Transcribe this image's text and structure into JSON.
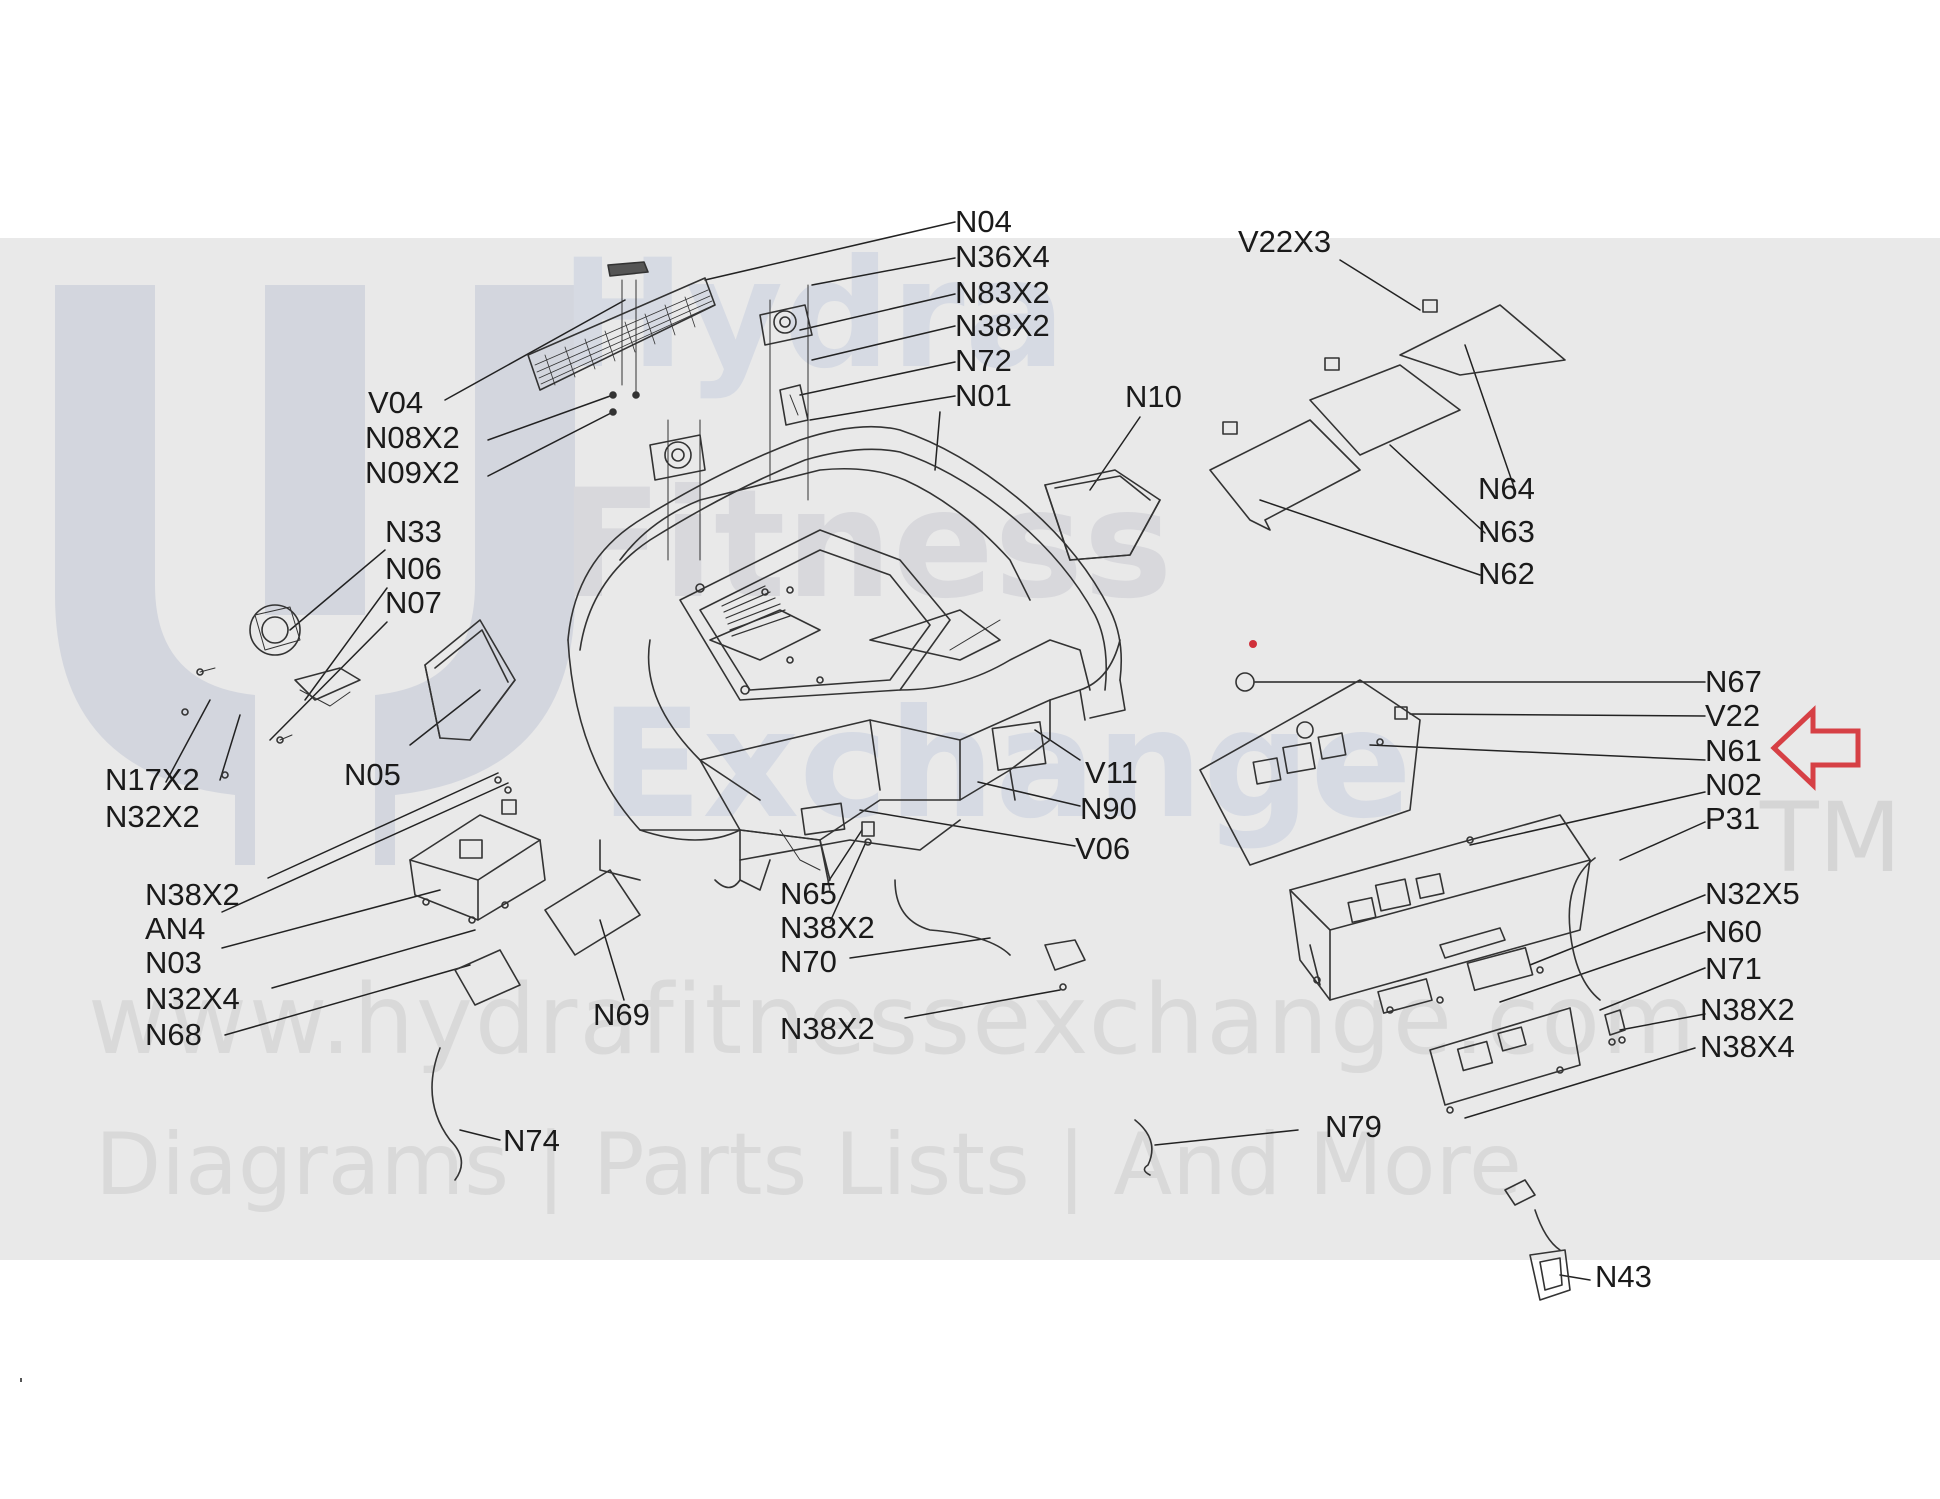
{
  "watermark": {
    "brand_line1": "Hydra",
    "brand_line2": "Fitness",
    "brand_line3": "Exchange",
    "trademark": "TM",
    "url": "www.hydrafitnessexchange.com",
    "tagline": "Diagrams | Parts Lists | And More"
  },
  "callouts": [
    {
      "id": "N04",
      "text": "N04"
    },
    {
      "id": "N36X4",
      "text": "N36X4"
    },
    {
      "id": "N83X2",
      "text": "N83X2"
    },
    {
      "id": "N38X2-top",
      "text": "N38X2"
    },
    {
      "id": "N72",
      "text": "N72"
    },
    {
      "id": "N01",
      "text": "N01"
    },
    {
      "id": "V04",
      "text": "V04"
    },
    {
      "id": "N08X2",
      "text": "N08X2"
    },
    {
      "id": "N09X2",
      "text": "N09X2"
    },
    {
      "id": "N10",
      "text": "N10"
    },
    {
      "id": "V22X3",
      "text": "V22X3"
    },
    {
      "id": "N64",
      "text": "N64"
    },
    {
      "id": "N63",
      "text": "N63"
    },
    {
      "id": "N62",
      "text": "N62"
    },
    {
      "id": "N33",
      "text": "N33"
    },
    {
      "id": "N06",
      "text": "N06"
    },
    {
      "id": "N07",
      "text": "N07"
    },
    {
      "id": "N05",
      "text": "N05"
    },
    {
      "id": "N17X2",
      "text": "N17X2"
    },
    {
      "id": "N32X2",
      "text": "N32X2"
    },
    {
      "id": "N67",
      "text": "N67"
    },
    {
      "id": "V22",
      "text": "V22"
    },
    {
      "id": "N61",
      "text": "N61"
    },
    {
      "id": "N02",
      "text": "N02"
    },
    {
      "id": "P31",
      "text": "P31"
    },
    {
      "id": "V11",
      "text": "V11"
    },
    {
      "id": "N90",
      "text": "N90"
    },
    {
      "id": "V06",
      "text": "V06"
    },
    {
      "id": "N38X2-left",
      "text": "N38X2"
    },
    {
      "id": "AN4",
      "text": "AN4"
    },
    {
      "id": "N03",
      "text": "N03"
    },
    {
      "id": "N32X4",
      "text": "N32X4"
    },
    {
      "id": "N68",
      "text": "N68"
    },
    {
      "id": "N69",
      "text": "N69"
    },
    {
      "id": "N65",
      "text": "N65"
    },
    {
      "id": "N38X2-mid",
      "text": "N38X2"
    },
    {
      "id": "N70",
      "text": "N70"
    },
    {
      "id": "N38X2-low",
      "text": "N38X2"
    },
    {
      "id": "N32X5",
      "text": "N32X5"
    },
    {
      "id": "N60",
      "text": "N60"
    },
    {
      "id": "N71",
      "text": "N71"
    },
    {
      "id": "N38X2-right",
      "text": "N38X2"
    },
    {
      "id": "N38X4",
      "text": "N38X4"
    },
    {
      "id": "N74",
      "text": "N74"
    },
    {
      "id": "N79",
      "text": "N79"
    },
    {
      "id": "N43",
      "text": "N43"
    }
  ],
  "highlight": {
    "target": "N61",
    "color": "#d64045"
  }
}
